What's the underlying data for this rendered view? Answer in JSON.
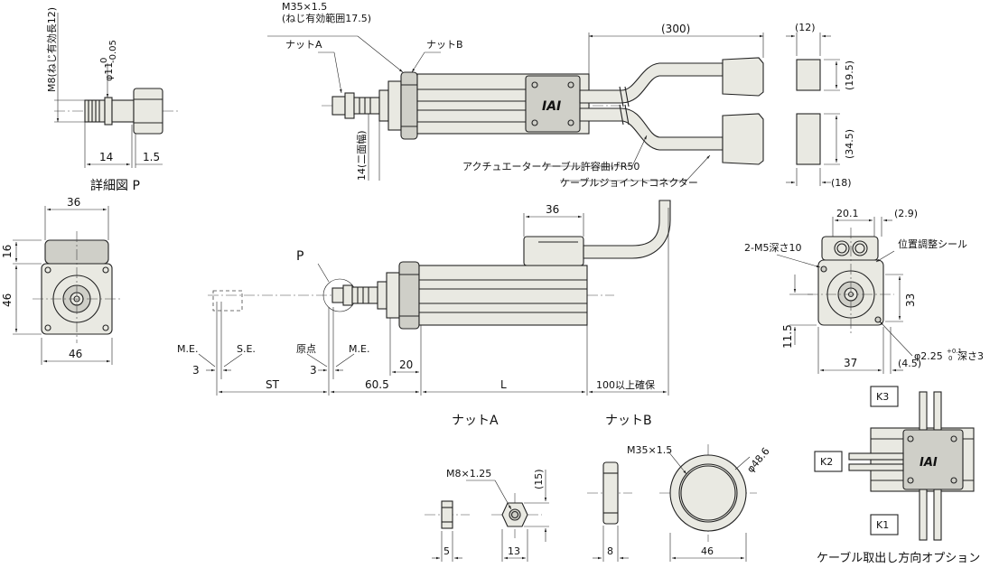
{
  "detail_p": {
    "thread": "M8(ねじ有効長12)",
    "phi_base": "φ11",
    "tol_upper": "0",
    "tol_lower": "-0.05",
    "dim_14": "14",
    "dim_1_5": "1.5",
    "caption": "詳細図 P"
  },
  "top_view": {
    "thread": "M35×1.5",
    "thread_range": "(ねじ有効範囲17.5)",
    "nut_a": "ナットA",
    "nut_b": "ナットB",
    "dim_300": "(300)",
    "dim_12": "(12)",
    "dim_19_5": "(19.5)",
    "dim_34_5": "(34.5)",
    "dim_18": "(18)",
    "across_flats": "14(二面幅)",
    "cable_bend": "アクチュエーターケーブル許容曲げR50",
    "joint_connector": "ケーブルジョイントコネクター",
    "logo": "IAI"
  },
  "front_view": {
    "dim_36": "36",
    "dim_16": "16",
    "dim_46_v": "46",
    "dim_46_h": "46"
  },
  "side_view": {
    "p_label": "P",
    "dim_36": "36",
    "me_left": "M.E.",
    "se": "S.E.",
    "origin": "原点",
    "me_right": "M.E.",
    "dim_3_left": "3",
    "dim_3_right": "3",
    "dim_20": "20",
    "st": "ST",
    "dim_60_5": "60.5",
    "dim_l": "L",
    "cable_clear": "100以上確保"
  },
  "rear_view": {
    "dim_20_1": "20.1",
    "dim_2_9": "(2.9)",
    "m5": "2-M5深さ10",
    "seal": "位置調整シール",
    "dim_33": "33",
    "dim_11_5": "11.5",
    "dim_37": "37",
    "dim_4_5": "(4.5)",
    "pin_hole": "φ2.25",
    "pin_tol_upper": "+0.1",
    "pin_tol_lower": "0",
    "pin_depth": "深さ3"
  },
  "nut_a_view": {
    "title": "ナットA",
    "thread": "M8×1.25",
    "dim_15": "(15)",
    "dim_5": "5",
    "dim_13": "13"
  },
  "nut_b_view": {
    "title": "ナットB",
    "thread": "M35×1.5",
    "phi": "φ48.6",
    "dim_8": "8",
    "dim_46": "46"
  },
  "cable_option": {
    "k1": "K1",
    "k2": "K2",
    "k3": "K3",
    "caption": "ケーブル取出し方向オプション",
    "logo": "IAI"
  }
}
